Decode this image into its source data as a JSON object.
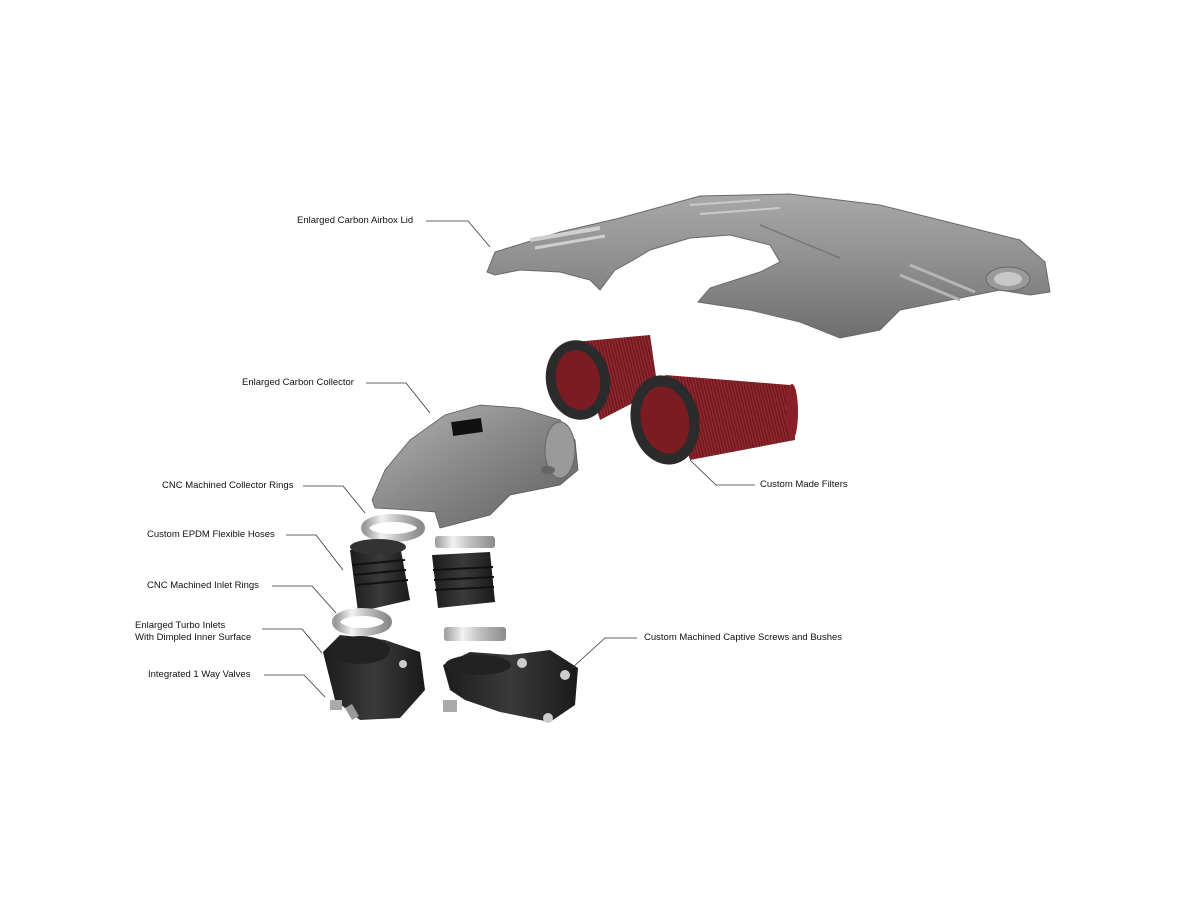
{
  "diagram": {
    "type": "exploded-view",
    "background": "#ffffff",
    "colors": {
      "carbon_grey": "#8c8c8c",
      "rubber_black": "#2a2a2a",
      "filter_red": "#7a1c22",
      "metal_ring": "#d4d4d4",
      "leader_line": "#333333"
    },
    "callouts": [
      {
        "id": "airbox-lid",
        "text": "Enlarged Carbon Airbox Lid"
      },
      {
        "id": "carbon-collector",
        "text": "Enlarged Carbon Collector"
      },
      {
        "id": "collector-rings",
        "text": "CNC Machined Collector Rings"
      },
      {
        "id": "flexible-hoses",
        "text": "Custom EPDM Flexible Hoses"
      },
      {
        "id": "inlet-rings",
        "text": "CNC Machined Inlet Rings"
      },
      {
        "id": "turbo-inlets",
        "line1": "Enlarged Turbo Inlets",
        "line2": "With Dimpled Inner Surface"
      },
      {
        "id": "one-way-valves",
        "text": "Integrated 1 Way Valves"
      },
      {
        "id": "filters",
        "text": "Custom Made Filters"
      },
      {
        "id": "captive-screws",
        "text": "Custom Machined Captive Screws and Bushes"
      }
    ]
  }
}
